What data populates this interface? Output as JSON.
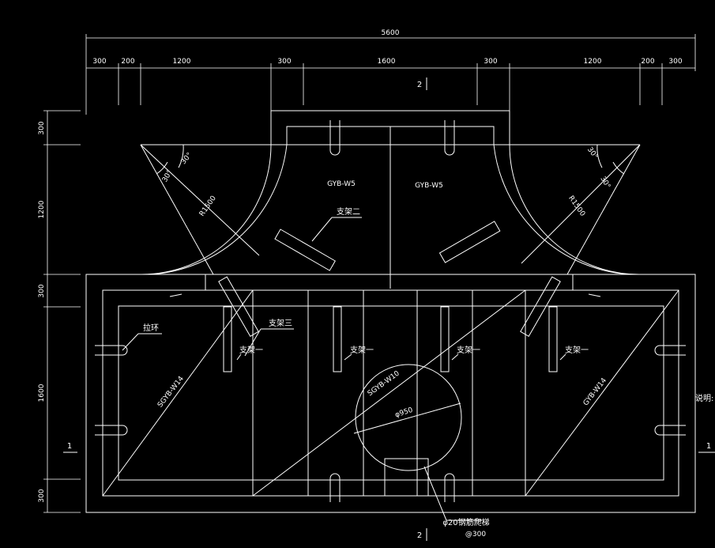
{
  "dimensions": {
    "total": "5600",
    "top_segments": [
      "300",
      "200",
      "1200",
      "300",
      "1600",
      "300",
      "1200",
      "200",
      "300"
    ],
    "left_segments": [
      "300",
      "1200",
      "300",
      "1600",
      "300"
    ]
  },
  "labels": {
    "gyb_left": "GYB-W5",
    "gyb_right": "GYB-W5",
    "support_two": "支架二",
    "support_three": "支架三",
    "support_one": "支架一",
    "pull_ring": "拉环",
    "radius_left": "R1500",
    "radius_right": "R1500",
    "angle": "30°",
    "pipe_left": "SGYB-W14",
    "pipe_right": "GYB-W14",
    "pipe_center": "SGYB-W10",
    "diameter": "φ950",
    "rebar": "φ20钢筋爬梯",
    "rebar_spacing": "@300",
    "section_2": "2",
    "section_1": "1",
    "note": "说明:"
  },
  "colors": {
    "background": "#000000",
    "line": "#ffffff"
  }
}
